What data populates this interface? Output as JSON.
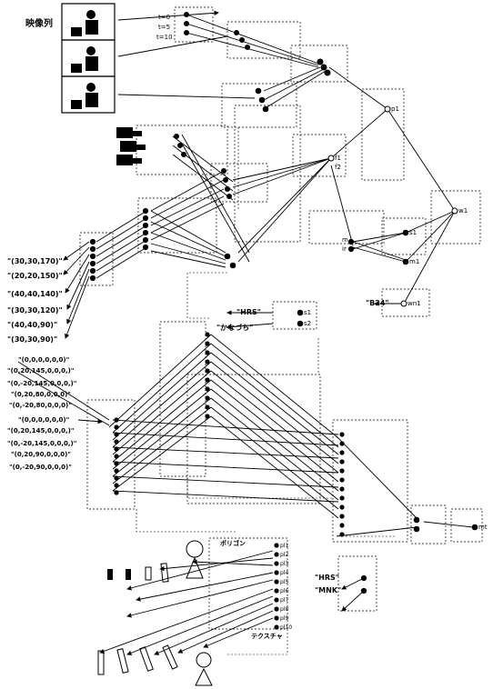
{
  "labels": {
    "image_sequence": "映像列",
    "time_labels": [
      "t=0",
      "t=5",
      "t=10"
    ],
    "text_hrs": "\"HRS\"",
    "text_kanazuchi": "\"かなづち\"",
    "text_b24": "\"B24\"",
    "text_hrs2": "\"HRS\"",
    "text_mnk": "\"MNK\"",
    "polygon": "ポリゴン",
    "texture": "テクスチャ",
    "node_p1": "p1",
    "node_f1": "f1",
    "node_f2": "f2",
    "node_w1": "w1",
    "node_s1": "s1",
    "node_m1": "m1",
    "node_m": "m",
    "node_ir": "ir",
    "node_wn1": "wn1",
    "node_mt": "mt",
    "node_s1b": "s1",
    "node_s2": "s2"
  },
  "coords_text": [
    "\"(30,30,170)\"",
    "\"(20,20,150)\"",
    "\"(40,40,140)\"",
    "\"(30,30,120)\"",
    "\"(40,40,90)\"",
    "\"(30,30,90)\""
  ],
  "params_text": [
    "\"(0,0,0,0,0,0)\"",
    "\"(0,20,145,0,0,0,)\"",
    "\"(0,-20,145,0,0,0,)\"",
    "\"(0,20,80,0,0,0)\"",
    "\"(0,-20,80,0,0,0)\"",
    "\"(0,0,0,0,0,0)\"",
    "\"(0,20,145,0,0,0,)\"",
    "\"(0,-20,145,0,0,0,)\"",
    "\"(0,20,90,0,0,0)\"",
    "\"(0,-20,90,0,0,0)\""
  ],
  "polygon_nodes": [
    "pl1",
    "pl2",
    "pl3",
    "pl4",
    "pl5",
    "pl6",
    "pl7",
    "pl8",
    "pl9",
    "pl10"
  ]
}
